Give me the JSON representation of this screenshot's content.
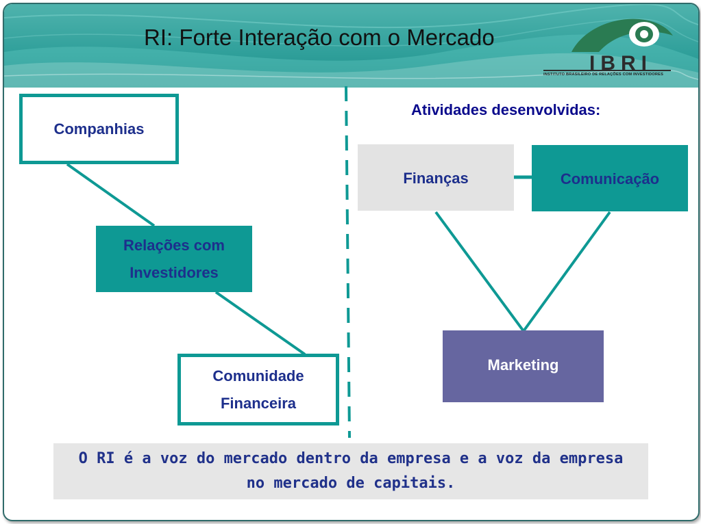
{
  "slide": {
    "title": "RI: Forte Interação com o Mercado"
  },
  "logo": {
    "name": "IBRI",
    "subtitle": "INSTITUTO BRASILEIRO DE RELAÇÕES COM INVESTIDORES"
  },
  "left_diagram": {
    "companhias": "Companhias",
    "ri": "Relações com Investidores",
    "comunidade": "Comunidade Financeira"
  },
  "right_diagram": {
    "heading": "Atividades desenvolvidas:",
    "financas": "Finanças",
    "comunicacao": "Comunicação",
    "marketing": "Marketing"
  },
  "footer": {
    "text": "O RI é a voz do mercado dentro da empresa e a voz da empresa no mercado de capitais."
  },
  "colors": {
    "teal": "#0e9994",
    "navy_text": "#1d2f8c",
    "purple_box": "#6666a0",
    "grey_box": "#e3e3e3"
  }
}
